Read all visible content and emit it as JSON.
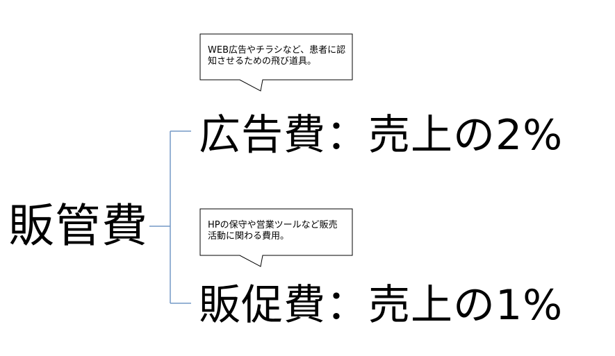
{
  "root": {
    "label": "販管費"
  },
  "branches": [
    {
      "label": "広告費：売上の2%",
      "note": "WEB広告やチラシなど、患者に認\n知させるための飛び道具。"
    },
    {
      "label": "販促費：売上の1%",
      "note": "HPの保守や営業ツールなど販売\n活動に関わる費用。"
    }
  ],
  "colors": {
    "connector": "#7399c6",
    "text": "#000000",
    "callout_border": "#000000",
    "background": "#ffffff"
  }
}
